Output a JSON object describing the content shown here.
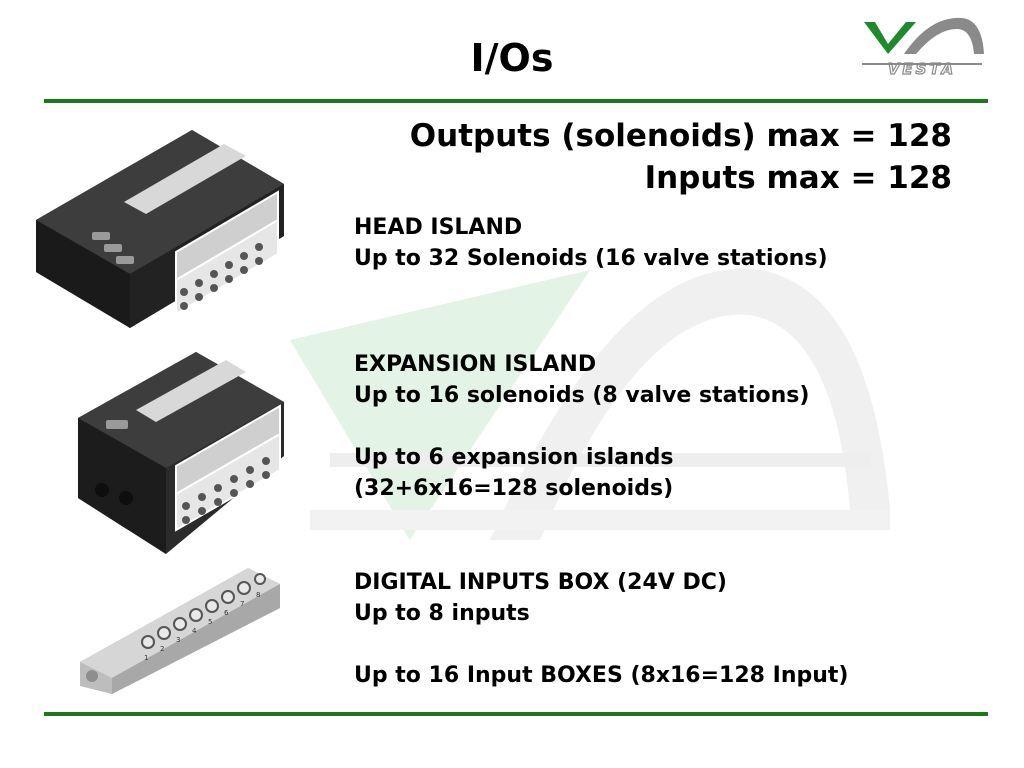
{
  "slide": {
    "title": "I/Os",
    "logo_text": "VESTA",
    "colors": {
      "accent": "#1a7a1a",
      "logo_green": "#1f8a2c",
      "logo_grey": "#8a8a8a"
    }
  },
  "summary": {
    "outputs": "Outputs (solenoids) max = 128",
    "inputs": "Inputs max = 128"
  },
  "sections": {
    "head_island": {
      "title": "HEAD ISLAND",
      "detail": "Up to 32 Solenoids (16 valve stations)"
    },
    "expansion_island": {
      "title": "EXPANSION ISLAND",
      "detail": "Up to 16 solenoids (8 valve stations)"
    },
    "expansion_count": {
      "line1": "Up to 6 expansion islands",
      "line2": "(32+6x16=128 solenoids)"
    },
    "digital_inputs": {
      "title": "DIGITAL INPUTS BOX (24V DC)",
      "detail": "Up to 8 inputs"
    },
    "input_boxes": {
      "line1": "Up to 16 Input BOXES (8x16=128 Input)"
    }
  },
  "images": {
    "head_island": "head-island-valve-manifold",
    "expansion_island": "expansion-island-valve-manifold",
    "input_box": "digital-input-box",
    "input_box_port_numbers": [
      "1",
      "2",
      "3",
      "4",
      "5",
      "6",
      "7",
      "8"
    ]
  }
}
